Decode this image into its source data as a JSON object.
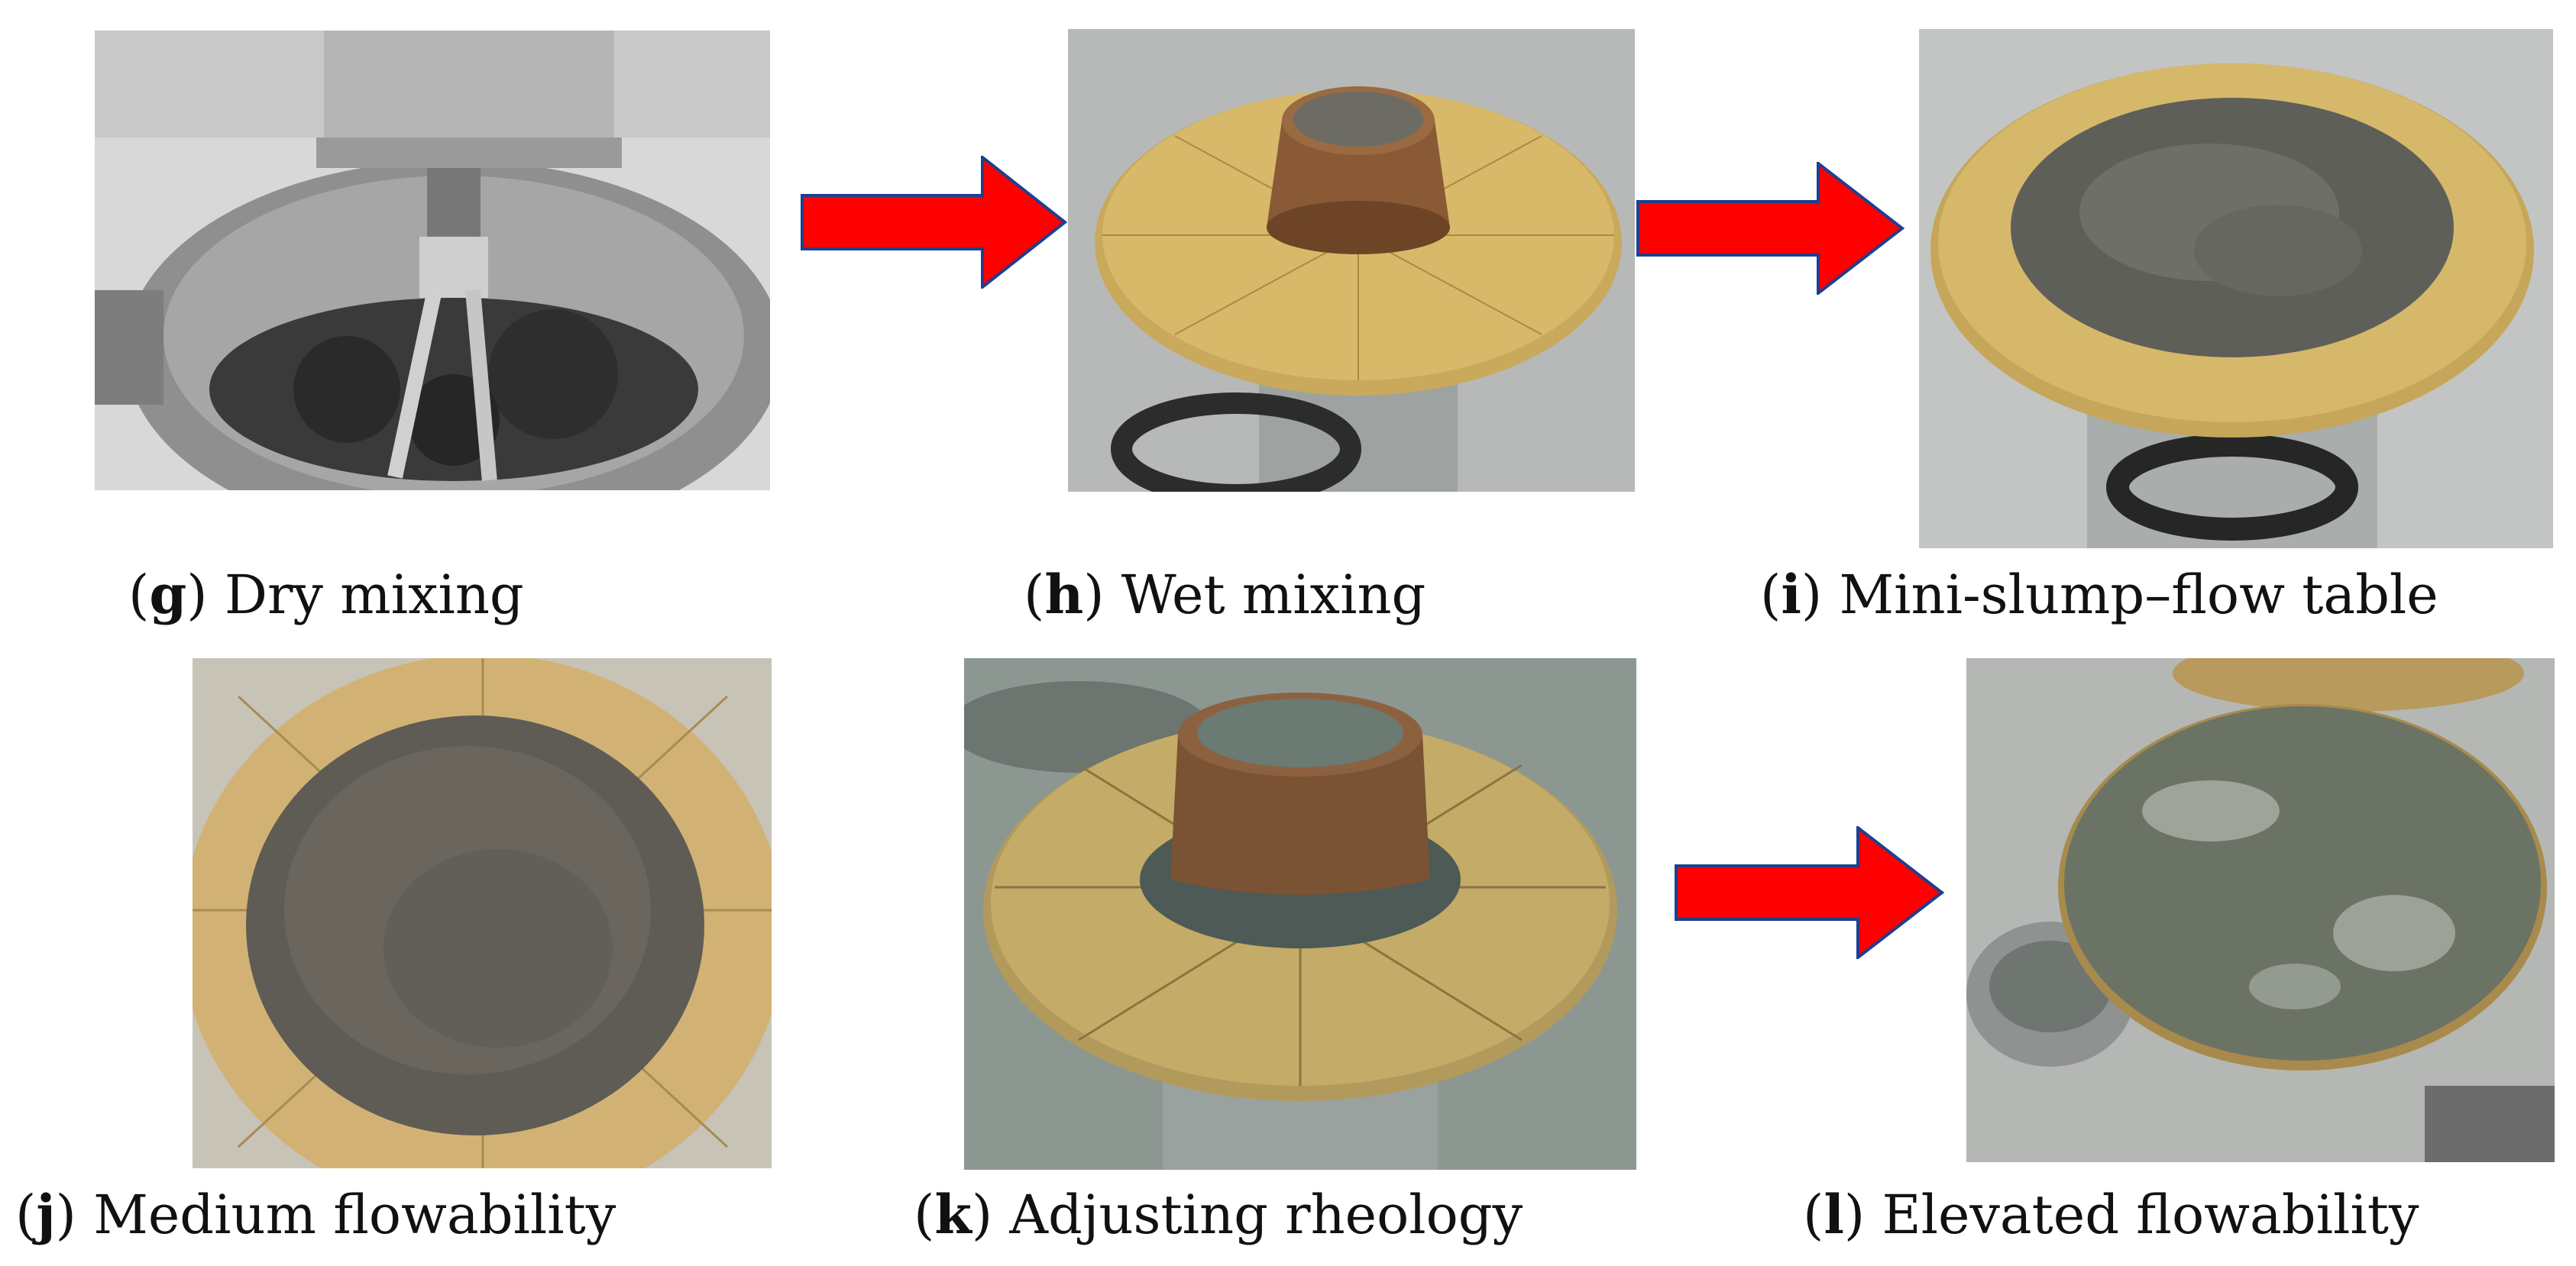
{
  "colors": {
    "arrow_fill": "#ff0000",
    "arrow_stroke": "#1f3f8f",
    "brass": "#c9a95b",
    "paste": "#6e6e66",
    "metal": "#b9bdbd"
  },
  "panels": [
    {
      "letter": "g",
      "label": "Dry mixing"
    },
    {
      "letter": "h",
      "label": "Wet mixing"
    },
    {
      "letter": "i",
      "label": "Mini-slump–flow table"
    },
    {
      "letter": "j",
      "label": "Medium flowability"
    },
    {
      "letter": "k",
      "label": "Adjusting rheology"
    },
    {
      "letter": "l",
      "label": "Elevated flowability"
    }
  ]
}
